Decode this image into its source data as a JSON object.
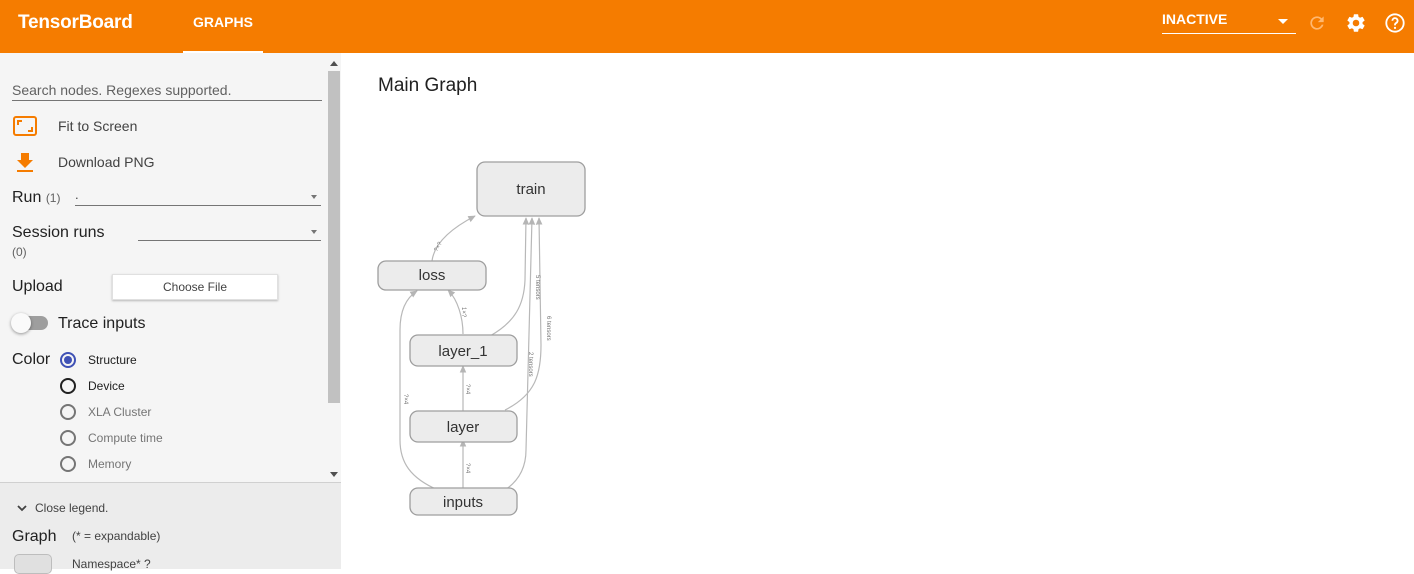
{
  "app": {
    "title": "TensorBoard"
  },
  "tabs": [
    {
      "label": "GRAPHS"
    }
  ],
  "header": {
    "run_status": "INACTIVE"
  },
  "sidebar": {
    "search_placeholder": "Search nodes. Regexes supported.",
    "fit_label": "Fit to Screen",
    "download_label": "Download PNG",
    "run_label": "Run",
    "run_count": "(1)",
    "run_value": ".",
    "session_label": "Session runs",
    "session_count": "(0)",
    "upload_label": "Upload",
    "choose_file": "Choose File",
    "trace_label": "Trace inputs",
    "color_label": "Color",
    "color_options": [
      "Structure",
      "Device",
      "XLA Cluster",
      "Compute time",
      "Memory"
    ],
    "color_selected": "Structure"
  },
  "legend": {
    "close_label": "Close legend.",
    "graph_label": "Graph",
    "expandable_note": "(* = expandable)",
    "namespace_label": "Namespace* ?"
  },
  "main": {
    "title": "Main Graph"
  },
  "graph": {
    "nodes": [
      "train",
      "loss",
      "layer_1",
      "layer",
      "inputs"
    ],
    "edge_labels": [
      "?×?",
      "1×?",
      "?×4",
      "?×4",
      "5 tensors",
      "6 tensors",
      "2 tensors",
      "?×4"
    ]
  },
  "colors": {
    "accent": "#f57c00",
    "radio_selected": "#3f51b5"
  },
  "icons": {
    "fit": "fit-screen-icon",
    "download": "download-icon",
    "refresh": "refresh-icon",
    "settings": "gear-icon",
    "help": "help-icon"
  }
}
